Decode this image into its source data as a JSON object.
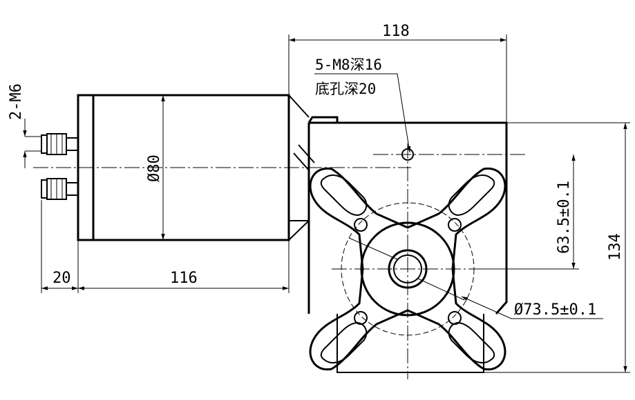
{
  "dimensions": {
    "overall_width": "118",
    "bolt_spec": "2-M6",
    "motor_diameter": "Ø80",
    "terminal_length": "20",
    "motor_length": "116",
    "hole_spec_line1": "5-M8深16",
    "hole_spec_line2": "底孔深20",
    "hole_offset": "63.5±0.1",
    "overall_height": "134",
    "pcd_diameter": "Ø73.5±0.1"
  },
  "parts": {
    "motor": "motor-body",
    "gearbox": "gearbox-housing",
    "flange": "four-lobe-flange",
    "shaft": "output-shaft",
    "terminals": "terminal-studs"
  }
}
